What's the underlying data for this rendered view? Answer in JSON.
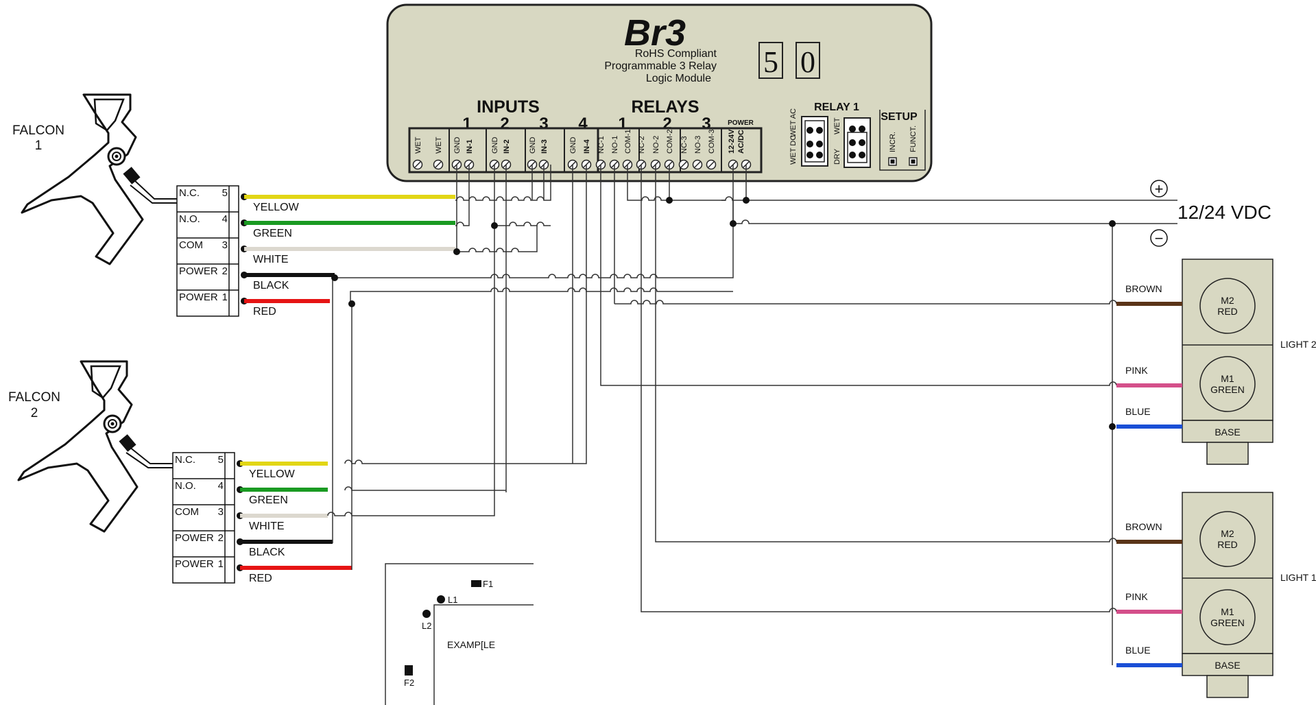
{
  "module": {
    "brand": "Br3",
    "line1": "RoHS Compliant",
    "line2": "Programmable 3 Relay",
    "line3": "Logic Module",
    "digit1": "5",
    "digit2": "0",
    "inputs_heading": "INPUTS",
    "relays_heading": "RELAYS",
    "power_heading": "POWER",
    "relay1_heading": "RELAY 1",
    "setup_heading": "SETUP",
    "input_numbers": [
      "1",
      "2",
      "3",
      "4"
    ],
    "relay_numbers": [
      "1",
      "2",
      "3"
    ],
    "terminals": [
      "WET",
      "WET",
      "GND",
      "IN-1",
      "GND",
      "IN-2",
      "GND",
      "IN-3",
      "GND",
      "IN-4",
      "NC-1",
      "NO-1",
      "COM-1",
      "NC-2",
      "NO-2",
      "COM-2",
      "NC-3",
      "NO-3",
      "COM-3",
      "12-24V",
      "AC/DC"
    ],
    "jumper_labels": {
      "wet_ac": "WET AC",
      "wet_dc": "WET DC",
      "wet": "WET",
      "dry": "DRY",
      "incr": "INCR.",
      "funct": "FUNCT."
    }
  },
  "falcons": [
    {
      "label": "FALCON",
      "number": "1"
    },
    {
      "label": "FALCON",
      "number": "2"
    }
  ],
  "connector_rows": [
    {
      "name": "N.C.",
      "pin": "5",
      "wire": "YELLOW",
      "color": "#e2d615"
    },
    {
      "name": "N.O.",
      "pin": "4",
      "wire": "GREEN",
      "color": "#1a9a22"
    },
    {
      "name": "COM",
      "pin": "3",
      "wire": "WHITE",
      "color": "#dcd8cf"
    },
    {
      "name": "POWER",
      "pin": "2",
      "wire": "BLACK",
      "color": "#111111"
    },
    {
      "name": "POWER",
      "pin": "1",
      "wire": "RED",
      "color": "#e61414"
    }
  ],
  "supply": {
    "plus": "+",
    "minus": "−",
    "label": "12/24 VDC"
  },
  "lights": [
    {
      "name": "LIGHT 2",
      "m2": {
        "id": "M2",
        "color": "RED"
      },
      "m1": {
        "id": "M1",
        "color": "GREEN"
      },
      "base": "BASE",
      "wires": [
        {
          "label": "BROWN",
          "color": "#5a3418"
        },
        {
          "label": "PINK",
          "color": "#d44f8a"
        },
        {
          "label": "BLUE",
          "color": "#1a4fd6"
        }
      ]
    },
    {
      "name": "LIGHT 1",
      "m2": {
        "id": "M2",
        "color": "RED"
      },
      "m1": {
        "id": "M1",
        "color": "GREEN"
      },
      "base": "BASE",
      "wires": [
        {
          "label": "BROWN",
          "color": "#5a3418"
        },
        {
          "label": "PINK",
          "color": "#d44f8a"
        },
        {
          "label": "BLUE",
          "color": "#1a4fd6"
        }
      ]
    }
  ],
  "example": {
    "f1": "F1",
    "l1": "L1",
    "l2": "L2",
    "f2": "F2",
    "caption": "EXAMP[LE"
  },
  "colors": {
    "module_fill": "#d8d8c2",
    "light_fill": "#d8d8c2",
    "wire": "#333333"
  }
}
